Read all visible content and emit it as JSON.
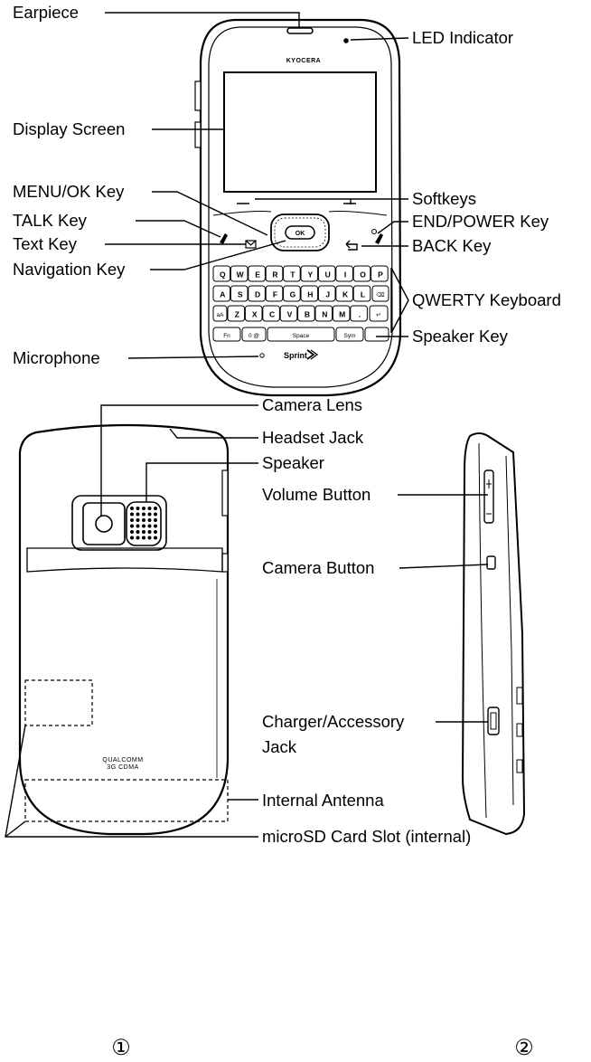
{
  "front_labels": {
    "earpiece": "Earpiece",
    "led_indicator": "LED Indicator",
    "display_screen": "Display Screen",
    "menu_ok_key": "MENU/OK Key",
    "softkeys": "Softkeys",
    "talk_key": "TALK Key",
    "end_power_key": "END/POWER Key",
    "text_key": "Text Key",
    "back_key": "BACK Key",
    "navigation_key": "Navigation Key",
    "qwerty_keyboard": "QWERTY Keyboard",
    "speaker_key": "Speaker Key",
    "microphone": "Microphone"
  },
  "back_labels": {
    "camera_lens": "Camera Lens",
    "headset_jack": "Headset Jack",
    "speaker": "Speaker",
    "volume_button": "Volume Button",
    "camera_button": "Camera Button",
    "charger_accessory_jack_line1": "Charger/Accessory",
    "charger_accessory_jack_line2": "Jack",
    "internal_antenna": "Internal Antenna",
    "microsd_card_slot": "microSD Card Slot (internal)"
  },
  "phone_text": {
    "brand": "KYOCERA",
    "carrier": "Sprint",
    "ok_key": "OK",
    "qualcomm_line1": "QUALCOMM",
    "qualcomm_line2": "3G CDMA",
    "fn_key": "Fn",
    "zero_key": "0",
    "at_key": "@",
    "space_key": "Space",
    "sym_key": "Sym",
    "aa_key": "aA"
  },
  "keyboard_rows": [
    [
      "Q",
      "W",
      "E",
      "R",
      "T",
      "Y",
      "U",
      "I",
      "O",
      "P"
    ],
    [
      "A",
      "S",
      "D",
      "F",
      "G",
      "H",
      "J",
      "K",
      "L"
    ],
    [
      "Z",
      "X",
      "C",
      "V",
      "B",
      "N",
      "M",
      "."
    ]
  ],
  "figure_numbers": {
    "left": "①",
    "right": "②"
  }
}
